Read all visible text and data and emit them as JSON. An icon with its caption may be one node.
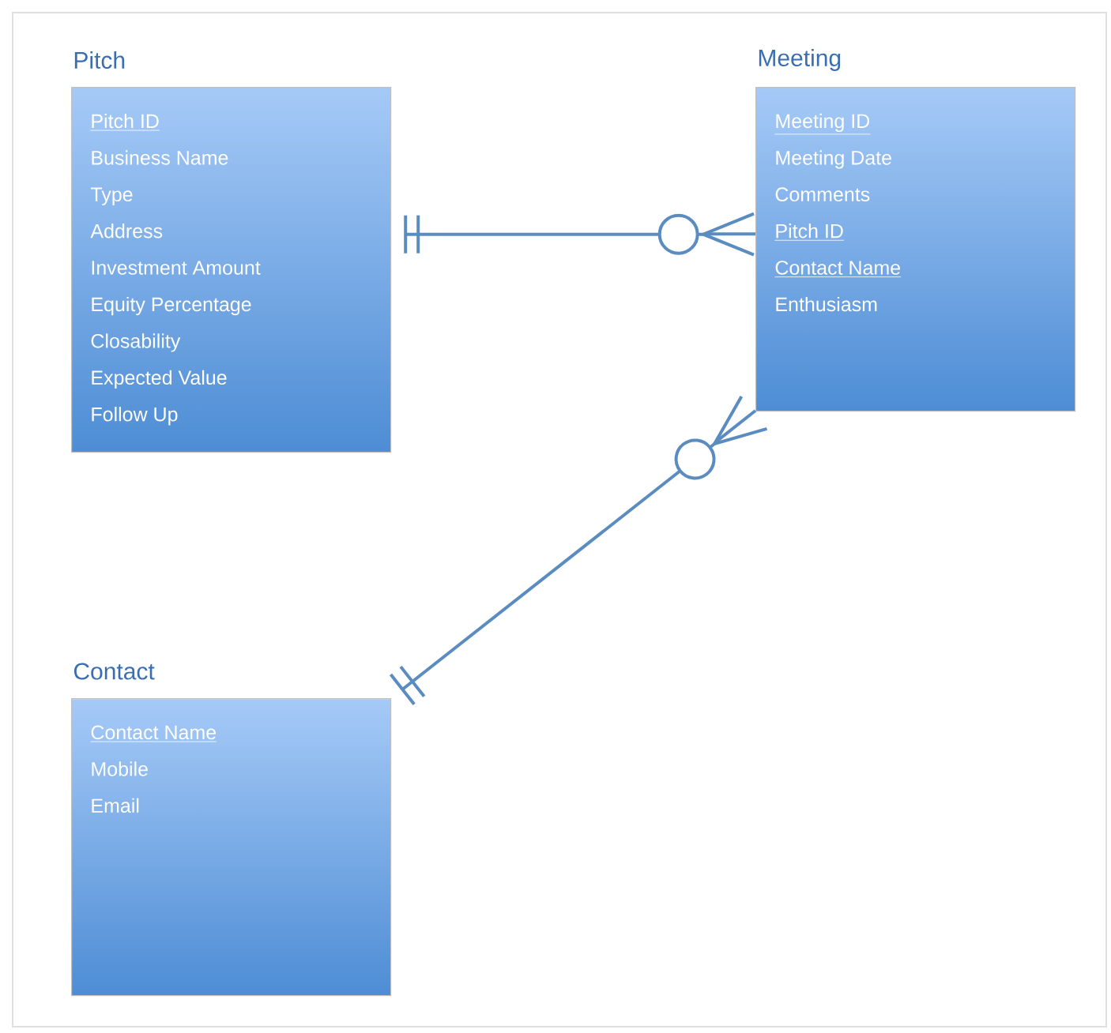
{
  "diagram": {
    "nodes": [
      {
        "text": [
          "Pitch",
          "Pitch ID",
          "Business Name",
          "Type",
          "Address",
          "Investment Amount",
          "Equity Percentage",
          "Closability",
          "Expected Value",
          "Follow Up"
        ]
      },
      {
        "text": [
          "Meeting",
          "Meeting ID",
          "Meeting Date",
          "Comments",
          "Pitch ID",
          "Contact Name",
          "Enthusiasm"
        ]
      },
      {
        "text": [
          "Contact",
          "Contact Name",
          "Mobile",
          "Email"
        ]
      }
    ],
    "edges": [
      {
        "from": 0,
        "to": 1,
        "arrow": "other"
      },
      {
        "from": 2,
        "to": 1,
        "arrow": "other"
      }
    ]
  }
}
